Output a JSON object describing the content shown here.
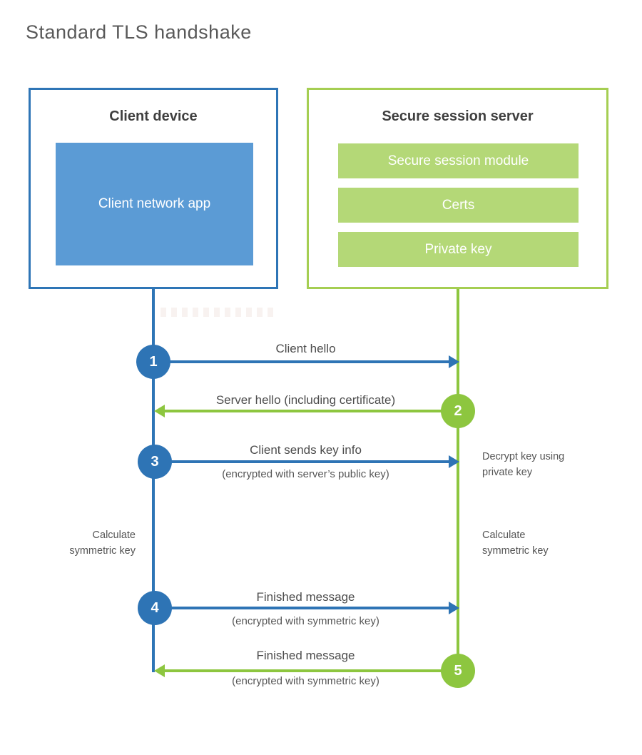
{
  "title": "Standard TLS handshake",
  "client": {
    "heading": "Client device",
    "module": "Client network app"
  },
  "server": {
    "heading": "Secure session server",
    "modules": [
      "Secure session module",
      "Certs",
      "Private key"
    ]
  },
  "steps": [
    {
      "num": "1",
      "label": "Client hello",
      "from": "client",
      "to": "server"
    },
    {
      "num": "2",
      "label": "Server hello (including certificate)",
      "from": "server",
      "to": "client"
    },
    {
      "num": "3",
      "label": "Client sends key info",
      "sublabel": "(encrypted with server’s public key)",
      "from": "client",
      "to": "server"
    },
    {
      "num": "4",
      "label": "Finished message",
      "sublabel": "(encrypted with symmetric key)",
      "from": "client",
      "to": "server"
    },
    {
      "num": "5",
      "label": "Finished message",
      "sublabel": "(encrypted with symmetric key)",
      "from": "server",
      "to": "client"
    }
  ],
  "side_notes": {
    "decrypt": "Decrypt key using private key",
    "client_calculate": "Calculate symmetric key",
    "server_calculate": "Calculate symmetric key"
  },
  "colors": {
    "blue_border": "#2e75b6",
    "blue_fill": "#5b9bd5",
    "blue_accent": "#2e74b5",
    "green_border": "#a5ce52",
    "green_fill": "#b4d877",
    "green_accent": "#8dc63f",
    "heading_text": "#3f3f3f",
    "label_text": "#4d4d4d",
    "title_text": "#595959"
  }
}
